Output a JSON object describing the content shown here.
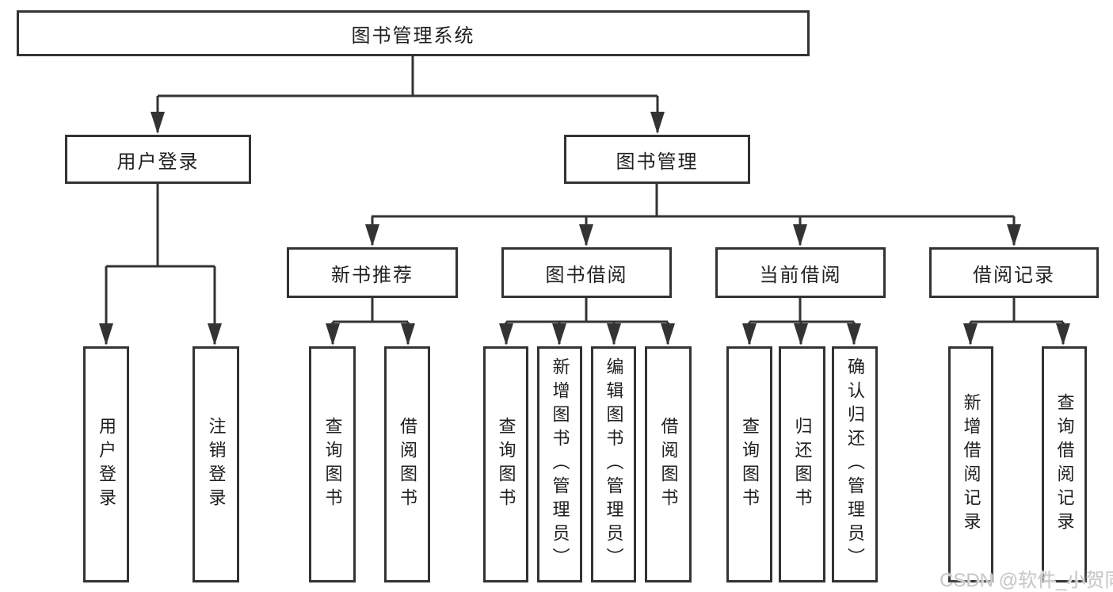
{
  "tree": {
    "root": {
      "label": "图书管理系统"
    },
    "branches": [
      {
        "label": "用户登录",
        "children": [
          {
            "label": "用户登录"
          },
          {
            "label": "注销登录"
          }
        ]
      },
      {
        "label": "图书管理",
        "sections": [
          {
            "label": "新书推荐",
            "children": [
              {
                "label": "查询图书"
              },
              {
                "label": "借阅图书"
              }
            ]
          },
          {
            "label": "图书借阅",
            "children": [
              {
                "label": "查询图书"
              },
              {
                "label": "新增图书（管理员）"
              },
              {
                "label": "编辑图书（管理员）"
              },
              {
                "label": "借阅图书"
              }
            ]
          },
          {
            "label": "当前借阅",
            "children": [
              {
                "label": "查询图书"
              },
              {
                "label": "归还图书"
              },
              {
                "label": "确认归还（管理员）"
              }
            ]
          },
          {
            "label": "借阅记录",
            "children": [
              {
                "label": "新增借阅记录"
              },
              {
                "label": "查询借阅记录"
              }
            ]
          }
        ]
      }
    ]
  },
  "watermark": {
    "text": "CSDN @软件_小贺同学"
  },
  "colors": {
    "line": "#333333",
    "text": "#1f1f1f",
    "background": "#ffffff",
    "watermark": "#c7c7c7"
  }
}
